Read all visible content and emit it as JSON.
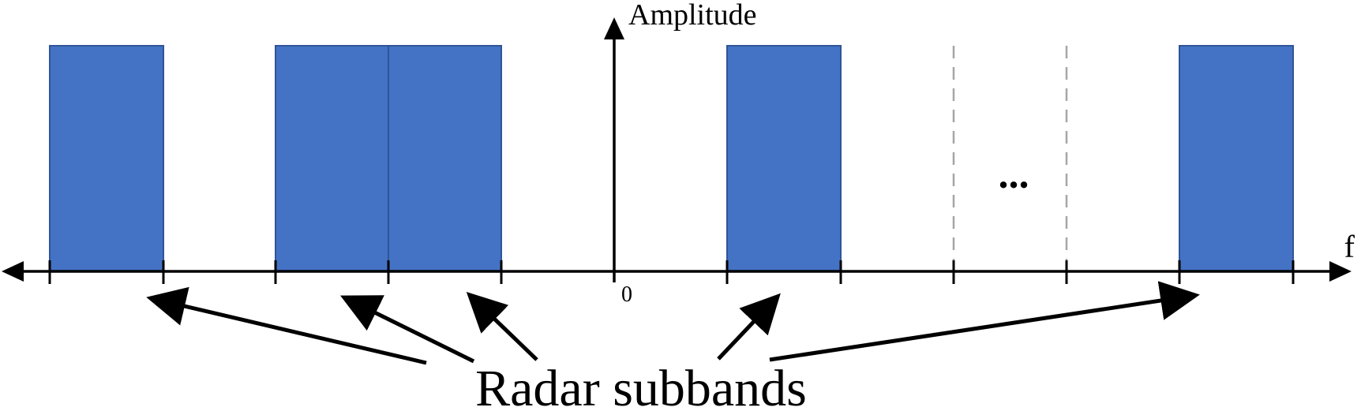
{
  "diagram": {
    "y_axis_label": "Amplitude",
    "x_axis_label": "f",
    "origin_label": "0",
    "ellipsis": "...",
    "caption": "Radar subbands"
  },
  "colors": {
    "band_fill": "#4472C4",
    "band_stroke": "#2F5597",
    "axis": "#000000",
    "dashed_slot": "#A6A6A6"
  }
}
